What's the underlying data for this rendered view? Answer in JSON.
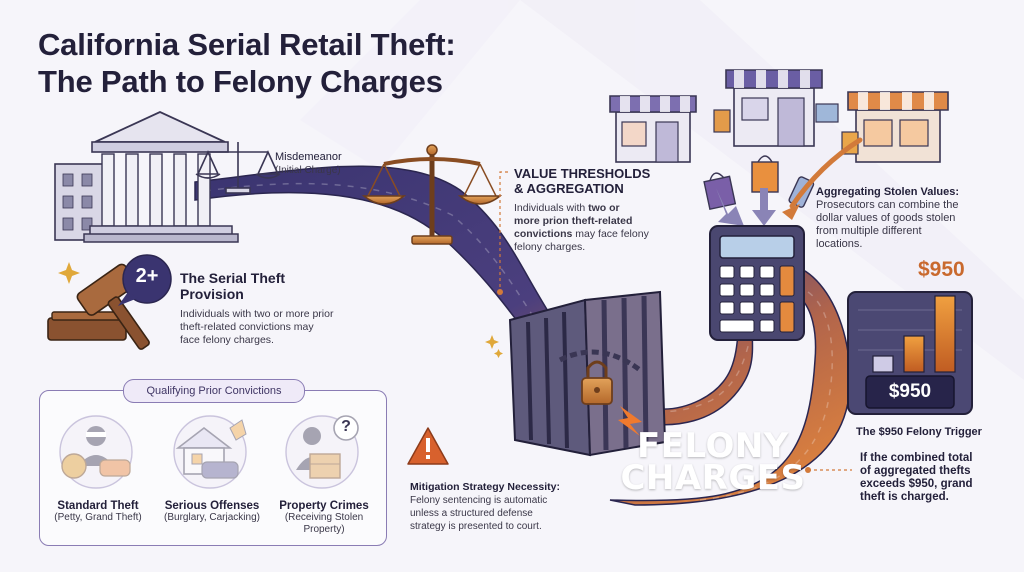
{
  "title": {
    "line1": "California Serial Retail Theft:",
    "line2": "The Path to Felony Charges"
  },
  "misdemeanor": {
    "label": "Misdemeanor",
    "sub": "(Initial Charge)"
  },
  "serial_theft": {
    "badge": "2+",
    "title_line1": "The Serial Theft",
    "title_line2": "Provision",
    "desc_line1": "Individuals with two or more prior",
    "desc_line2": "theft-related convictions may",
    "desc_line3": "face felony charges."
  },
  "value_thresholds": {
    "title_line1": "VALUE THRESHOLDS",
    "title_line2": "& AGGREGATION",
    "desc_line1": "Individuals with",
    "desc_bold1": "two or",
    "desc_bold2": "more prion theft-related",
    "desc_bold3": "convictions",
    "desc_line3_rest": "may face felony",
    "desc_line4": "felony  charges."
  },
  "aggregating": {
    "title": "Aggregating Stolen Values:",
    "line1": "Prosecutors can combine the",
    "line2": "dollar values of goods stolen",
    "line3": "from multiple different",
    "line4": "locations."
  },
  "threshold_chart": {
    "top_label": "$950",
    "bar_label": "$950",
    "caption": "The $950 Felony Trigger",
    "note_line1": "If the combined total",
    "note_line2": "of aggregated thefts",
    "note_line3": "exceeds $950, grand",
    "note_line4": "theft is charged."
  },
  "felony": {
    "line1": "FELONY",
    "line2": "CHARGES"
  },
  "mitigation": {
    "title": "Mitigation Strategy Necessity:",
    "line1": "Felony sentencing is automatic",
    "line2": "unless a structured defense",
    "line3": "strategy is presented to court."
  },
  "qualifying": {
    "title": "Qualifying Prior Convictions",
    "items": [
      {
        "title": "Standard Theft",
        "sub1": "(Petty, Grand Theft)",
        "sub2": ""
      },
      {
        "title": "Serious Offenses",
        "sub1": "(Burglary, Carjacking)",
        "sub2": ""
      },
      {
        "title": "Property Crimes",
        "sub1": "(Receiving Stolen",
        "sub2": "Property)"
      }
    ]
  },
  "colors": {
    "road_dark": "#3b3570",
    "road_orange": "#e4843c",
    "accent_orange": "#c9692e",
    "text_dark": "#23203a"
  }
}
